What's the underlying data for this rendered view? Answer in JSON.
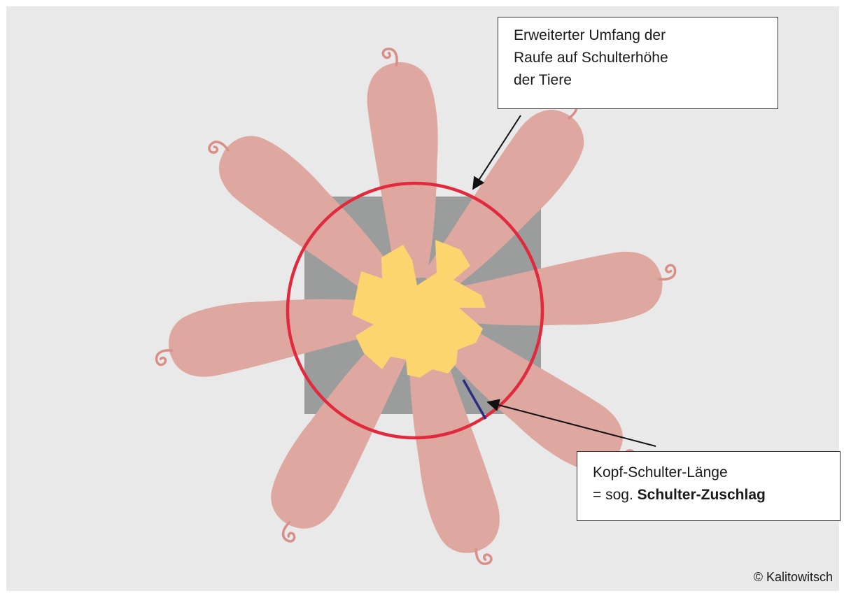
{
  "colors": {
    "background": "#e8e9e8",
    "animal_body": "#dea8a0",
    "animal_tail": "#d98f88",
    "rack": "#9b9d9d",
    "hay": "#fdd56f",
    "perimeter_circle": "#e12a3e",
    "shoulder_marker": "#2b2d84",
    "arrow": "#111111"
  },
  "icons": [
    "pig-icon",
    "hay-rack-icon",
    "hay-icon"
  ],
  "callouts": {
    "perimeter": {
      "lines": [
        "Erweiterter Umfang der",
        "Raufe auf Schulterhöhe",
        "der Tiere"
      ]
    },
    "shoulder": {
      "line1": "Kopf-Schulter-Länge",
      "line2_prefix": "= sog. ",
      "line2_bold": "Schulter-Zuschlag"
    }
  },
  "copyright": "© Kalitowitsch"
}
